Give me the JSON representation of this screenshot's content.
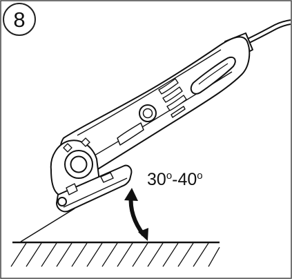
{
  "figure": {
    "step_number": "8",
    "angle_label": {
      "min": "30",
      "separator": "-",
      "max": "40",
      "unit": "o"
    }
  },
  "colors": {
    "line": "#111111",
    "fill": "#ffffff",
    "frame": "#444444"
  },
  "icons": {
    "angle_arrow": "double-headed-curved-arrow",
    "surface": "hatched-ground-surface",
    "tool": "angle-grinder"
  }
}
